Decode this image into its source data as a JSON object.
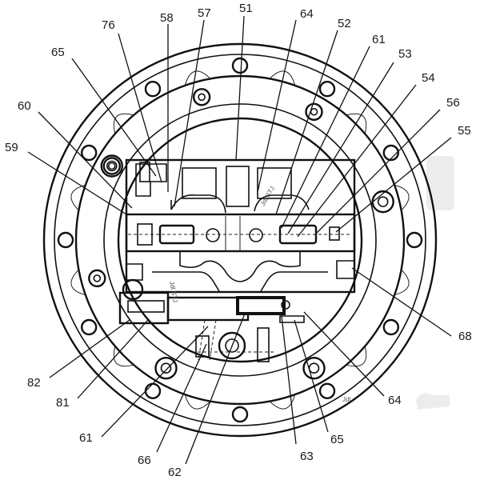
{
  "title": "Travel motor assembly cross-section (callout diagram)",
  "callouts": [
    {
      "id": "c76",
      "label": "76"
    },
    {
      "id": "c58",
      "label": "58"
    },
    {
      "id": "c57",
      "label": "57"
    },
    {
      "id": "c51",
      "label": "51"
    },
    {
      "id": "c64a",
      "label": "64"
    },
    {
      "id": "c52",
      "label": "52"
    },
    {
      "id": "c61a",
      "label": "61"
    },
    {
      "id": "c53",
      "label": "53"
    },
    {
      "id": "c54",
      "label": "54"
    },
    {
      "id": "c56",
      "label": "56"
    },
    {
      "id": "c55",
      "label": "55"
    },
    {
      "id": "c65a",
      "label": "65"
    },
    {
      "id": "c60",
      "label": "60"
    },
    {
      "id": "c59",
      "label": "59"
    },
    {
      "id": "c68",
      "label": "68"
    },
    {
      "id": "c82",
      "label": "82"
    },
    {
      "id": "c81",
      "label": "81"
    },
    {
      "id": "c61b",
      "label": "61"
    },
    {
      "id": "c66",
      "label": "66"
    },
    {
      "id": "c62",
      "label": "62"
    },
    {
      "id": "c63",
      "label": "63"
    },
    {
      "id": "c65b",
      "label": "65"
    },
    {
      "id": "c64b",
      "label": "64"
    }
  ],
  "watermarks": [
    "Jdl STJ",
    "Jdl STJ",
    "Jdl"
  ]
}
